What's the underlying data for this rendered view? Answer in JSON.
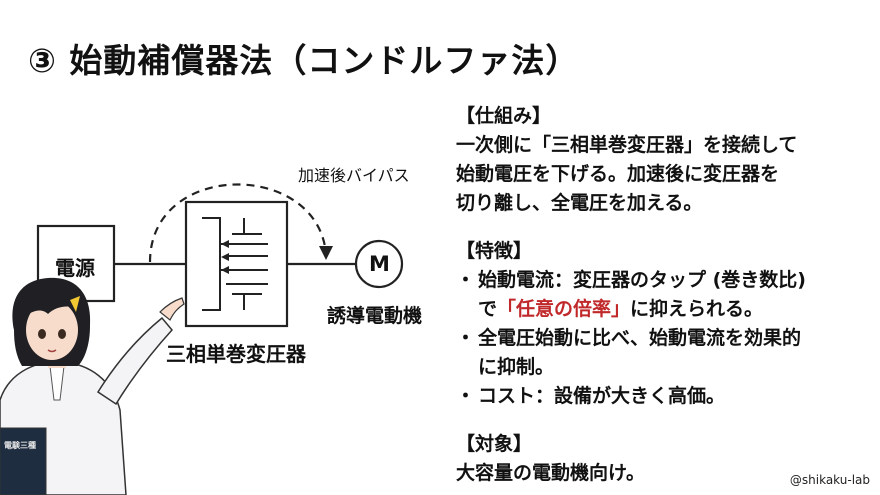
{
  "title": "③ 始動補償器法（コンドルファ法）",
  "diagram": {
    "source_label": "電源",
    "bypass_label": "加速後バイパス",
    "transformer_label": "三相単巻変圧器",
    "motor_symbol": "M",
    "motor_label": "誘導電動機"
  },
  "mechanism": {
    "heading": "【仕組み】",
    "lines": [
      "一次側に「三相単巻変圧器」を接続して",
      "始動電圧を下げる。加速後に変圧器を",
      "切り離し、全電圧を加える。"
    ]
  },
  "features": {
    "heading": "【特徴】",
    "bullet": "・",
    "item1_text": "始動電流：変圧器のタップ (巻き数比)",
    "item1_line2_pre": "で",
    "item1_highlight": "「任意の倍率」",
    "item1_line2_post": "に抑えられる。",
    "item2_line1": "全電圧始動に比べ、始動電流を効果的",
    "item2_line2": "に抑制。",
    "item3_text": "コスト：設備が大きく高価。"
  },
  "target": {
    "heading": "【対象】",
    "text": "大容量の電動機向け。"
  },
  "credit": "@shikaku-lab",
  "book_text": "電験三種",
  "colors": {
    "text": "#111111",
    "highlight": "#c0282a",
    "accent_hair": "#1f1f24",
    "lab_coat": "#f4f4f6"
  }
}
